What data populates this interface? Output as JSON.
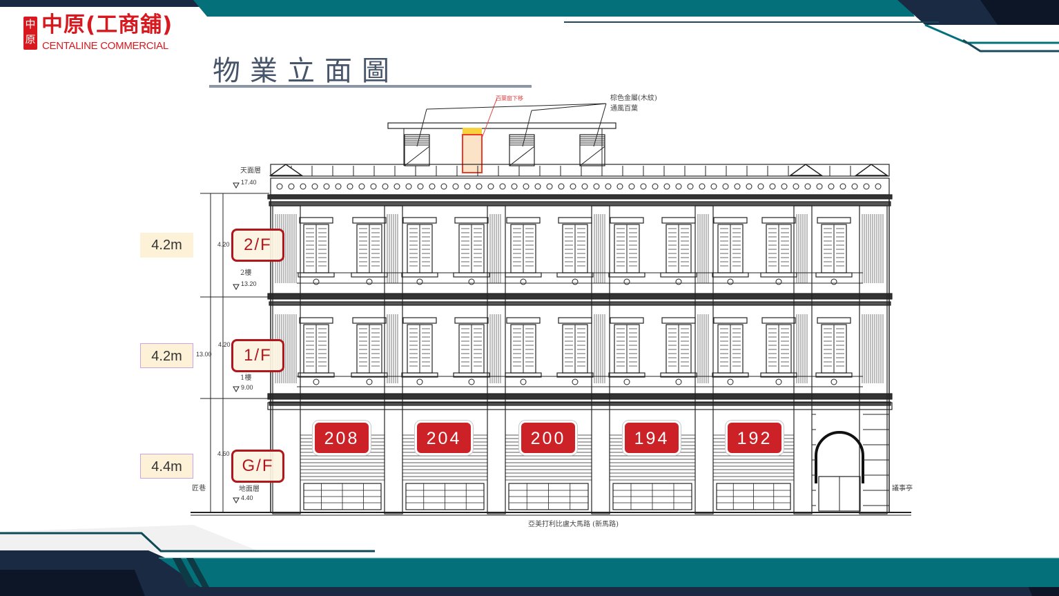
{
  "brand": {
    "logo_mark": "中\n原",
    "name_cn": "中原(工商舖)",
    "name_en": "CENTALINE COMMERCIAL"
  },
  "page_title": "物業立面圖",
  "colors": {
    "teal": "#03707a",
    "navy": "#1a2a42",
    "red": "#cc2127",
    "label_bg": "#fdf1d8"
  },
  "floor_heights": [
    {
      "floor": "2/F",
      "height": "4.2m"
    },
    {
      "floor": "1/F",
      "height": "4.2m"
    },
    {
      "floor": "G/F",
      "height": "4.4m"
    }
  ],
  "shop_numbers": [
    "208",
    "204",
    "200",
    "194",
    "192"
  ],
  "drawing": {
    "roof_notes": [
      "百葉窗下移",
      "棕色金屬(木紋)",
      "通風百葉"
    ],
    "levels": [
      {
        "name": "天面層",
        "elev": "17.40"
      },
      {
        "name": "2樓",
        "elev": "13.20"
      },
      {
        "name": "1樓",
        "elev": "9.00"
      },
      {
        "name": "地面層",
        "elev": "4.40"
      }
    ],
    "dims": {
      "d2f": "4.20",
      "d1f": "4.20",
      "dgf": "4.60",
      "total": "13.00"
    },
    "lane_label": "匠巷",
    "right_label": "議事亭",
    "road_label": "亞美打利比盧大馬路 (新馬路)"
  }
}
